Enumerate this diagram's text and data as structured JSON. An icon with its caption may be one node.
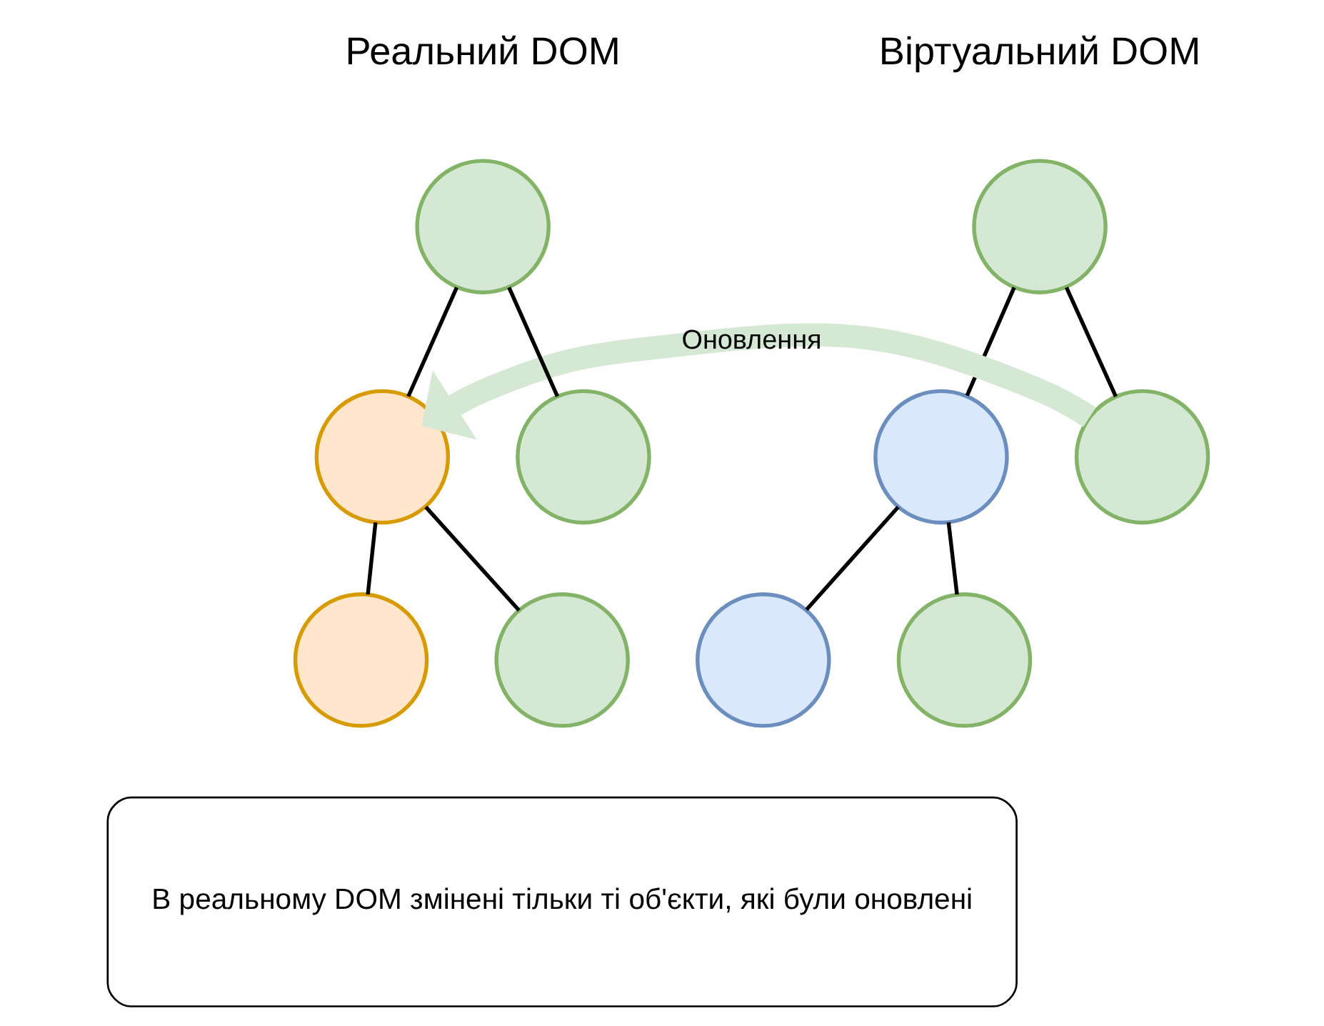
{
  "diagram": {
    "nodes": [
      {
        "text": [],
        "shape": "circle"
      },
      {
        "text": [],
        "shape": "circle"
      },
      {
        "text": [],
        "shape": "circle"
      },
      {
        "text": [],
        "shape": "circle"
      },
      {
        "text": [],
        "shape": "circle"
      },
      {
        "text": [],
        "shape": "circle"
      },
      {
        "text": [],
        "shape": "circle"
      },
      {
        "text": [],
        "shape": "circle"
      },
      {
        "text": [],
        "shape": "circle"
      },
      {
        "text": [],
        "shape": "circle"
      },
      {
        "text": [
          "В реальному DOM змінені тільки ті об'єкти, які були оновлені"
        ]
      }
    ],
    "edges": [
      {
        "from": 0,
        "to": 1,
        "arrow": "none"
      },
      {
        "from": 0,
        "to": 2,
        "arrow": "none"
      },
      {
        "from": 1,
        "to": 3,
        "arrow": "none"
      },
      {
        "from": 1,
        "to": 4,
        "arrow": "none"
      },
      {
        "from": 2,
        "to": 6,
        "arrow": "to",
        "label": "Оновлення",
        "style": "thick",
        "color": "#d5e8d4"
      },
      {
        "from": 5,
        "to": 6,
        "arrow": "none"
      },
      {
        "from": 5,
        "to": 7,
        "arrow": "none"
      },
      {
        "from": 6,
        "to": 8,
        "arrow": "none"
      },
      {
        "from": 6,
        "to": 9,
        "arrow": "none"
      }
    ],
    "labels": [
      "Віртуальний DOM",
      "Реальний DOM"
    ]
  }
}
